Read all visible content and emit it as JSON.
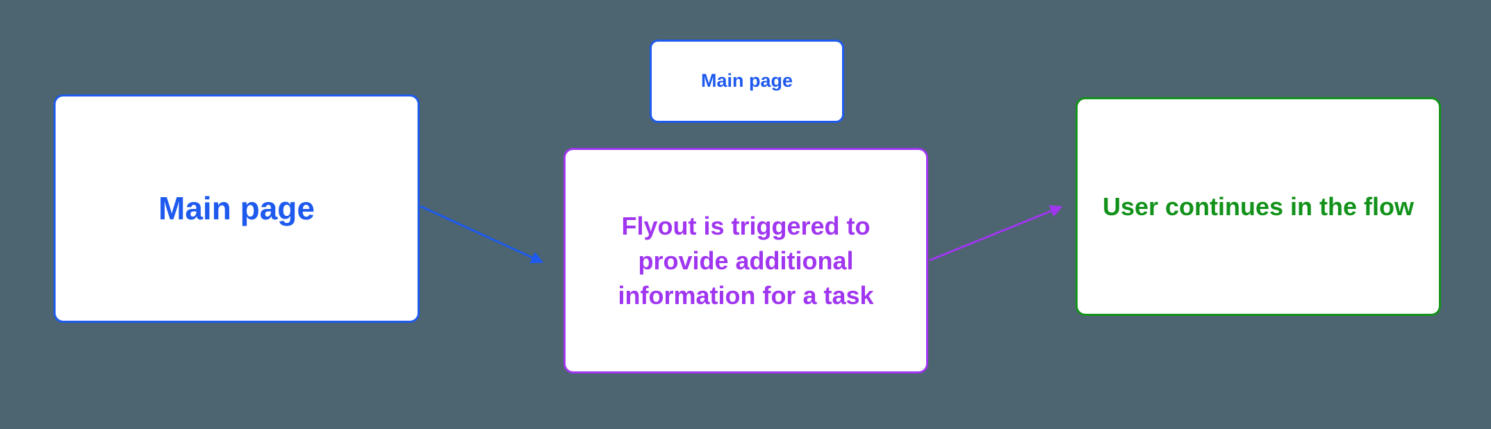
{
  "colors": {
    "background": "#4C6570",
    "blue": "#1E5AEE",
    "purple": "#A036F0",
    "green": "#12921A",
    "node-bg": "#FFFFFF"
  },
  "nodes": {
    "main_page": {
      "label": "Main page"
    },
    "main_page_mini": {
      "label": "Main page"
    },
    "flyout": {
      "label": "Flyout is triggered to provide additional information for a task"
    },
    "outcome": {
      "label": "User continues in the flow"
    }
  },
  "arrows": [
    {
      "name": "main-to-flyout",
      "color": "#1E5AEE"
    },
    {
      "name": "flyout-to-outcome",
      "color": "#A036F0"
    }
  ]
}
